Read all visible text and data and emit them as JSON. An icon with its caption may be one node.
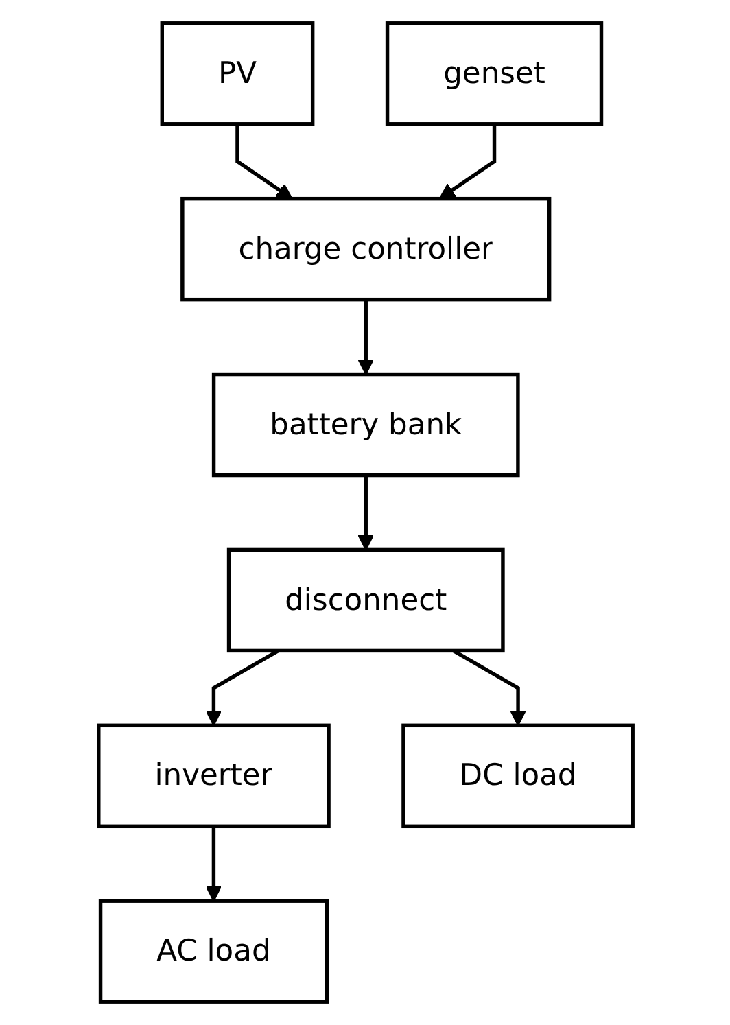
{
  "diagram": {
    "nodes": [
      {
        "text": [
          "PV"
        ]
      },
      {
        "text": [
          "charge controller"
        ]
      },
      {
        "text": [
          "genset"
        ]
      },
      {
        "text": [
          "battery bank"
        ]
      },
      {
        "text": [
          "disconnect"
        ]
      },
      {
        "text": [
          "inverter"
        ]
      },
      {
        "text": [
          "DC load"
        ]
      },
      {
        "text": [
          "AC load"
        ]
      }
    ],
    "edges": [
      {
        "from": 0,
        "to": 1,
        "arrow": "to"
      },
      {
        "from": 2,
        "to": 1,
        "arrow": "to"
      },
      {
        "from": 1,
        "to": 3,
        "arrow": "to"
      },
      {
        "from": 3,
        "to": 4,
        "arrow": "to"
      },
      {
        "from": 4,
        "to": 5,
        "arrow": "to"
      },
      {
        "from": 4,
        "to": 6,
        "arrow": "to"
      },
      {
        "from": 5,
        "to": 7,
        "arrow": "to"
      }
    ]
  }
}
